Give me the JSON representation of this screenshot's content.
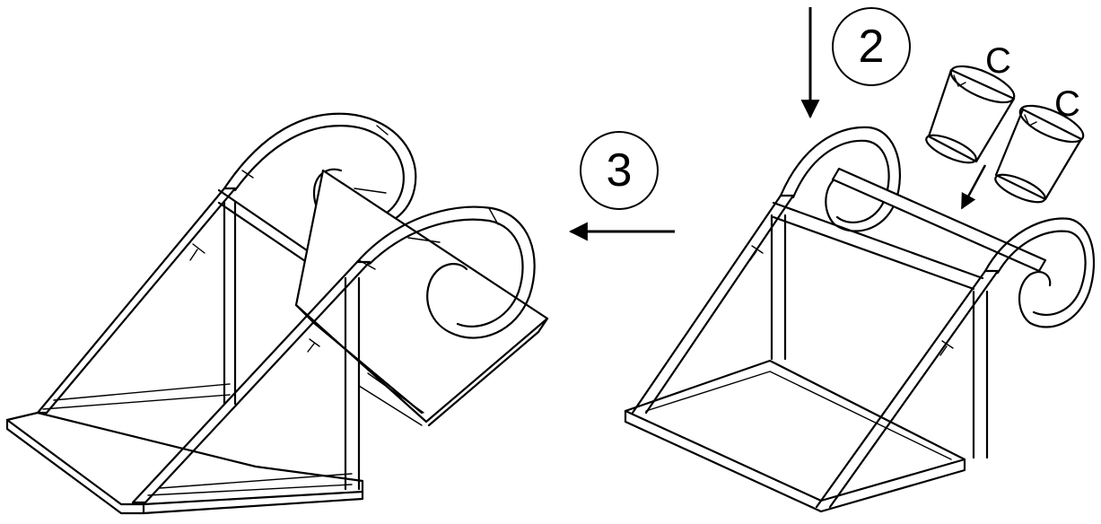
{
  "steps": [
    {
      "number": "3"
    },
    {
      "number": "2"
    }
  ],
  "parts": [
    {
      "letter": "C"
    },
    {
      "letter": "C"
    }
  ],
  "icons": {
    "step3_arrow": "arrow-left-icon",
    "step2_arrow": "arrow-down-icon",
    "pot_arrow": "arrow-down-left-icon"
  }
}
